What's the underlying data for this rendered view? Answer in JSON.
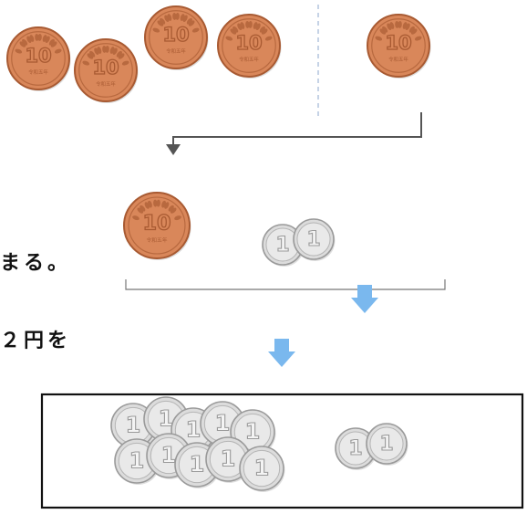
{
  "captions": {
    "line1": "まる。",
    "line2": "２円を"
  },
  "coins": {
    "ten_yen": {
      "value_text": "10",
      "era_text": "令和五年",
      "face_color": "#d9875a",
      "rim_color": "#a85a32",
      "emboss_color": "#b8693f"
    },
    "one_yen": {
      "value_text": "1",
      "face_color": "#dcdcdc",
      "rim_color": "#9a9a9a",
      "emboss_color": "#b5b5b5"
    }
  },
  "groups": {
    "top_left_ten_yen_count": 4,
    "top_right_ten_yen_count": 1,
    "exchange_ten_yen_count": 1,
    "exchange_one_yen_count": 2,
    "result_one_yen_group_a_count": 10,
    "result_one_yen_group_b_count": 2
  },
  "colors": {
    "divider_dashed": "#9fb6d6",
    "connector_line": "#555555",
    "arrow_blue": "#7ab8ee",
    "bracket_line": "#777777",
    "box_border": "#111111"
  }
}
